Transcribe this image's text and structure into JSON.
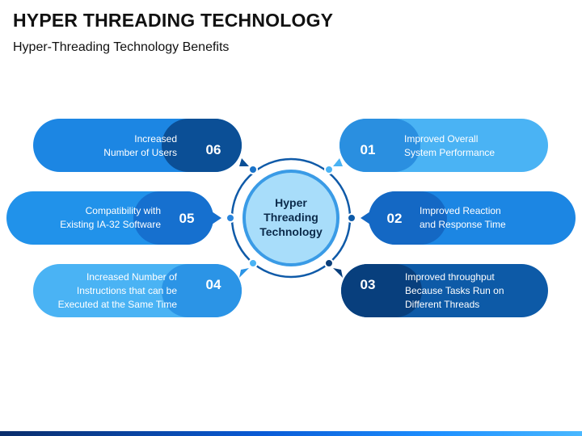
{
  "header": {
    "title": "HYPER THREADING TECHNOLOGY",
    "subtitle": "Hyper-Threading Technology Benefits"
  },
  "center": {
    "lines": [
      "Hyper",
      "Threading",
      "Technology"
    ]
  },
  "items": [
    {
      "number": "01",
      "lines": [
        "Improved Overall",
        "System Performance"
      ]
    },
    {
      "number": "02",
      "lines": [
        "Improved Reaction",
        "and Response Time"
      ]
    },
    {
      "number": "03",
      "lines": [
        "Improved throughput",
        "Because Tasks Run on",
        "Different Threads"
      ]
    },
    {
      "number": "04",
      "lines": [
        "Increased Number of",
        "Instructions that can be",
        "Executed at the Same Time"
      ]
    },
    {
      "number": "05",
      "lines": [
        "Compatibility with",
        "Existing IA-32 Software"
      ]
    },
    {
      "number": "06",
      "lines": [
        "Increased",
        "Number of Users"
      ]
    }
  ],
  "colors": {
    "light": "#4ab3f4",
    "medium": "#1c86e3",
    "dark": "#0d5aa7",
    "darkest": "#0b4f96",
    "center_fill": "#a8ddfa",
    "ring": "#0f5aa8"
  }
}
